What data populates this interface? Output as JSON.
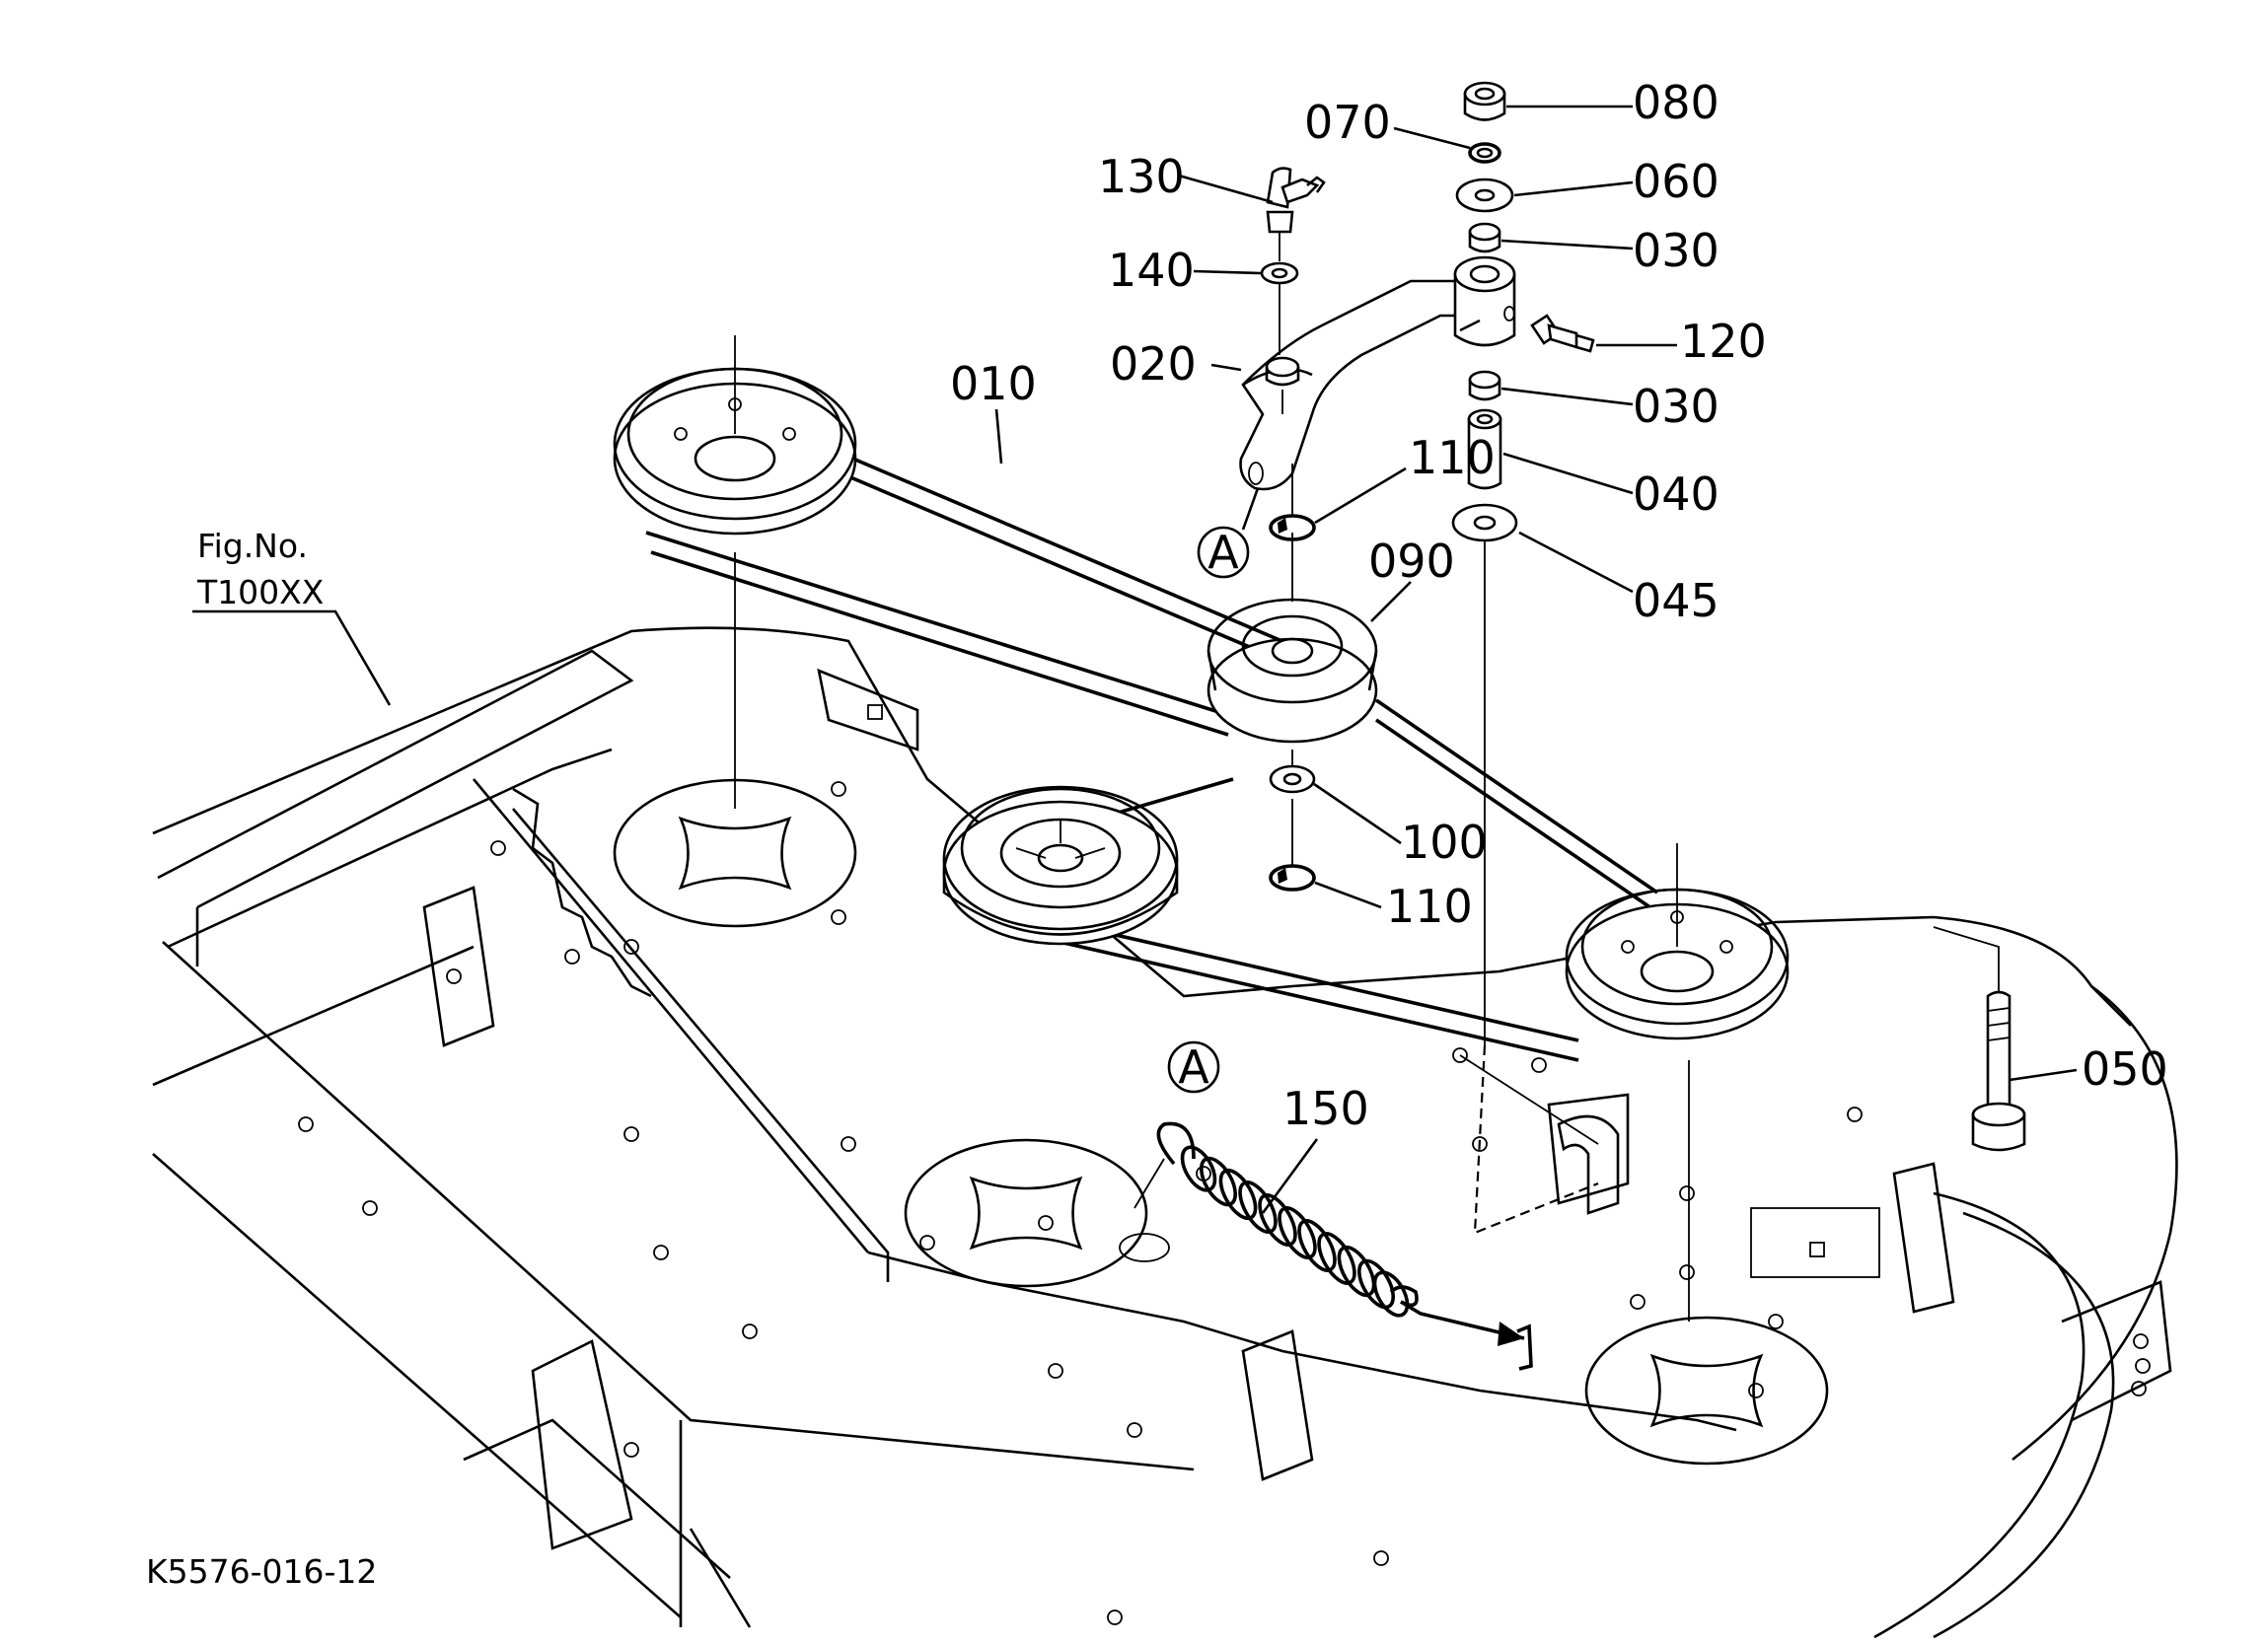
{
  "figure": {
    "drawing_number": "K5576-016-12",
    "fig_ref_title": "Fig.No.",
    "fig_ref_number": "T100XX",
    "reference_mark": "A"
  },
  "parts": [
    {
      "callout": "010"
    },
    {
      "callout": "020"
    },
    {
      "callout": "030"
    },
    {
      "callout": "030"
    },
    {
      "callout": "040"
    },
    {
      "callout": "045"
    },
    {
      "callout": "050"
    },
    {
      "callout": "060"
    },
    {
      "callout": "070"
    },
    {
      "callout": "080"
    },
    {
      "callout": "090"
    },
    {
      "callout": "100"
    },
    {
      "callout": "110"
    },
    {
      "callout": "110"
    },
    {
      "callout": "120"
    },
    {
      "callout": "130"
    },
    {
      "callout": "140"
    },
    {
      "callout": "150"
    }
  ]
}
